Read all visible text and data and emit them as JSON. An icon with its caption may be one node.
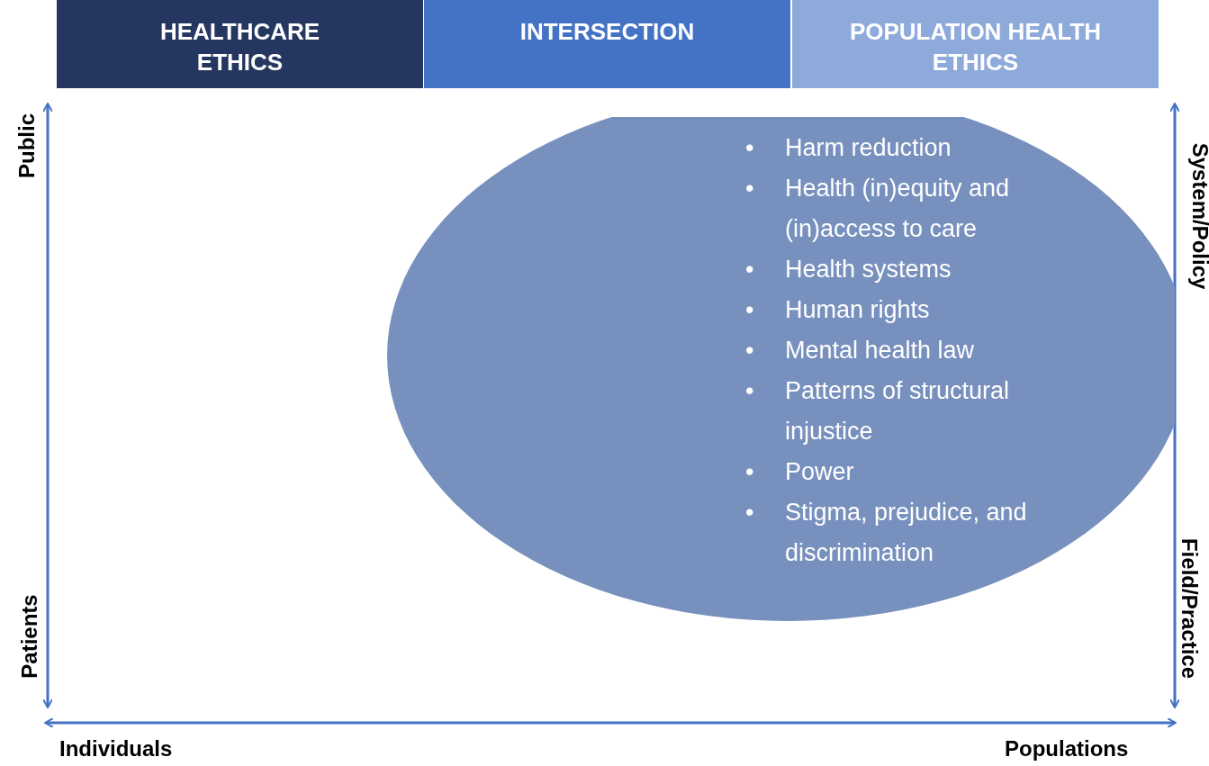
{
  "diagram": {
    "nodes": [
      {
        "text": [
          "HEALTHCARE ETHICS"
        ]
      },
      {
        "text": [
          "INTERSECTION"
        ]
      },
      {
        "text": [
          "POPULATION HEALTH ETHICS"
        ]
      },
      {
        "text": [
          "• Harm reduction",
          "• Health (in)equity and (in)access to care",
          "• Health systems",
          "• Human rights",
          "• Mental health law",
          "• Patterns of structural injustice",
          "• Power",
          "• Stigma, prejudice, and discrimination"
        ]
      }
    ],
    "edges": [],
    "labels": [
      "Public",
      "Patients",
      "System/Policy",
      "Field/Practice",
      "Individuals",
      "Populations"
    ]
  }
}
